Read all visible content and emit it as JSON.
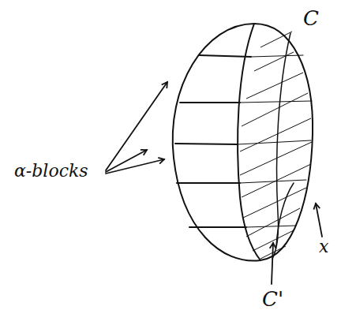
{
  "diagram": {
    "labels": [
      "α-blocks",
      "C",
      "C'",
      "x"
    ]
  }
}
